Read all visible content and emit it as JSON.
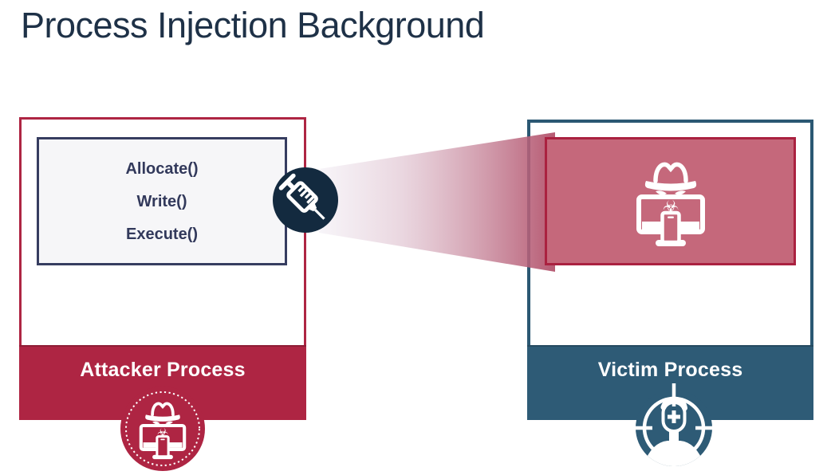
{
  "slide": {
    "title": "Process Injection Background"
  },
  "attacker_process": {
    "label": "Attacker Process",
    "api_calls": [
      "Allocate()",
      "Write()",
      "Execute()"
    ]
  },
  "victim_process": {
    "label": "Victim Process"
  },
  "icons": {
    "syringe": "syringe-icon",
    "attacker_badge": "hacker-monitor-icon",
    "victim_badge": "target-person-icon",
    "payload": "hacker-monitor-icon",
    "biohazard_glyph": "☣"
  },
  "colors": {
    "attacker_red": "#AE2543",
    "victim_blue": "#2E5B76",
    "payload_rose": "#C5687B",
    "payload_border_red": "#AA2140",
    "ink_navy": "#32395B",
    "syringe_circle_navy": "#132A3F",
    "title_navy": "#1E3147"
  }
}
